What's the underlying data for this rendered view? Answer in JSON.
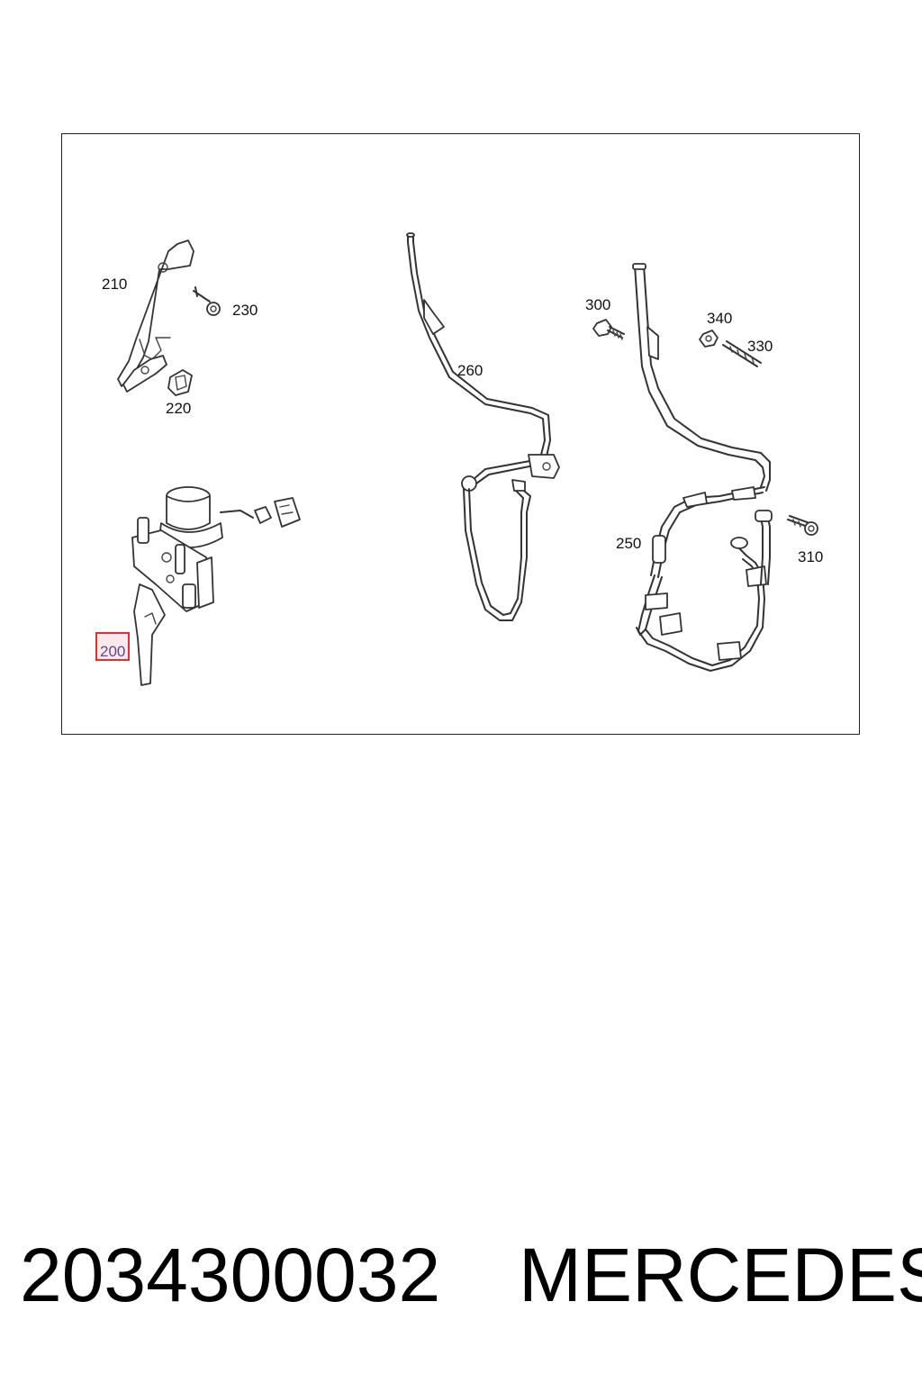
{
  "diagram": {
    "labels": {
      "p200": "200",
      "p210": "210",
      "p220": "220",
      "p230": "230",
      "p250": "250",
      "p260": "260",
      "p300": "300",
      "p310": "310",
      "p330": "330",
      "p340": "340"
    },
    "highlighted_part": "200",
    "highlight_color": "#e03030"
  },
  "caption": {
    "part_number": "2034300032",
    "brand": "MERCEDES"
  }
}
